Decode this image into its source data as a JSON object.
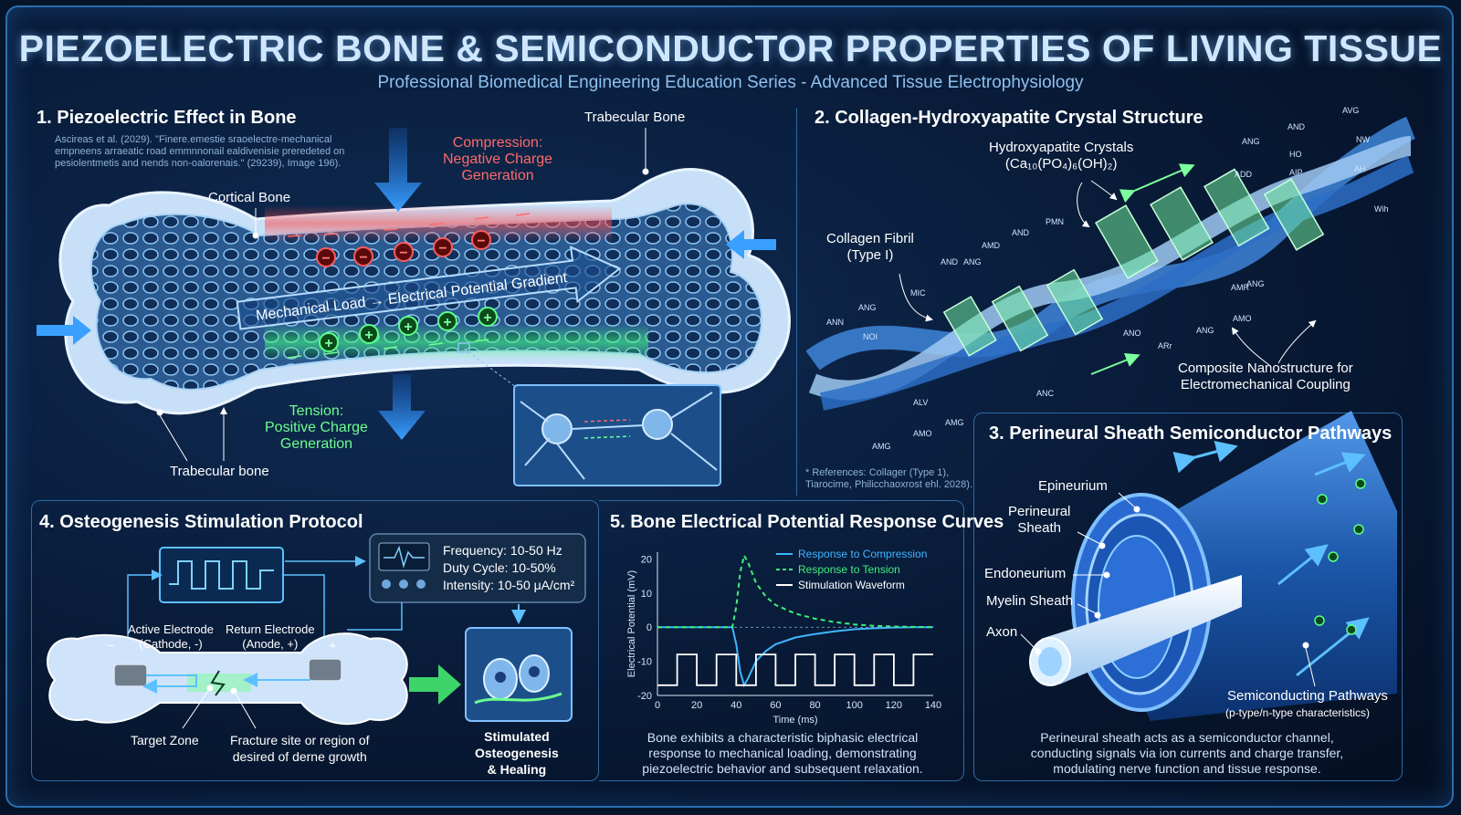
{
  "title": "PIEZOELECTRIC BONE & SEMICONDUCTOR PROPERTIES OF LIVING TISSUE",
  "subtitle": "Professional Biomedical Engineering Education Series - Advanced Tissue Electrophysiology",
  "section1": {
    "title": "1. Piezoelectric Effect in Bone",
    "citation": "Ascireas et al. (2029). \"Finere.emestie sraoelectre-mechanical empneens arraeatic road emmnnonail ealdivenisie preredeted on pesiolentmetis and nends non-oalorenais.\" (29239), Image 196).",
    "trabecular_top": "Trabecular Bone",
    "cortical": "Cortical Bone",
    "compression": [
      "Compression:",
      "Negative Charge",
      "Generation"
    ],
    "gradient": "Mechanical Load → Electrical Potential Gradient",
    "tension": [
      "Tension:",
      "Positive Charge",
      "Generation"
    ],
    "trabecular_bottom": "Trabecular bone",
    "neg_symbol": "−",
    "pos_symbol": "+"
  },
  "section2": {
    "title": "2. Collagen-Hydroxyapatite Crystal Structure",
    "hydroxyapatite": [
      "Hydroxyapatite Crystals",
      "(Ca₁₀(PO₄)₆(OH)₂)"
    ],
    "collagen": [
      "Collagen Fibril",
      "(Type I)"
    ],
    "composite": [
      "Composite Nanostructure for",
      "Electromechanical Coupling"
    ],
    "references": [
      "* References: Collager (Type 1),",
      "Tiarocime, Philicchaoxrost ehl. 2028)."
    ],
    "helix_labels": [
      "AVG",
      "AND",
      "NW",
      "ANG",
      "HO",
      "AH",
      "ADD",
      "AIP",
      "Wih",
      "PMN",
      "AND",
      "AMD",
      "ANG",
      "AND",
      "MIC",
      "ANG",
      "ANN",
      "NOI",
      "ANG",
      "AMR",
      "AMO",
      "ANG",
      "ANO",
      "ARr",
      "ANC",
      "AMG",
      "AMO",
      "AMG",
      "ALV"
    ]
  },
  "section3": {
    "title": "3. Perineural Sheath Semiconductor Pathways",
    "epineurium": "Epineurium",
    "perineural": [
      "Perineural",
      "Sheath"
    ],
    "endoneurium": "Endoneurium",
    "myelin": "Myelin Sheath",
    "axon": "Axon",
    "pathways": "Semiconducting Pathways",
    "pathways_sub": "(p-type/n-type characteristics)",
    "description": [
      "Perineural sheath acts as a semiconductor channel,",
      "conducting signals via ion currents and charge transfer,",
      "modulating nerve function and tissue response."
    ]
  },
  "section4": {
    "title": "4. Osteogenesis Stimulation Protocol",
    "frequency": "Frequency: 10-50 Hz",
    "duty": "Duty Cycle: 10-50%",
    "intensity": "Intensity: 10-50 μA/cm²",
    "active": [
      "Active Electrode",
      "(Cathode, -)"
    ],
    "return": [
      "Return Electrode",
      "(Anode, +)"
    ],
    "minus": "−",
    "plus": "+",
    "target": "Target Zone",
    "fracture": [
      "Fracture site or region of",
      "desired of derne growth"
    ],
    "stimulated": [
      "Stimulated",
      "Osteogenesis",
      "& Healing"
    ]
  },
  "section5": {
    "title": "5. Bone Electrical Potential Response Curves",
    "description": [
      "Bone exhibits a characteristic biphasic electrical",
      "response to mechanical loading, demonstrating",
      "piezoelectric behavior and subsequent relaxation."
    ]
  },
  "chart_data": {
    "type": "line",
    "xlabel": "Time (ms)",
    "ylabel": "Electrical Potential (mV)",
    "xlim": [
      0,
      140
    ],
    "ylim": [
      -20,
      22
    ],
    "xticks": [
      0,
      20,
      40,
      60,
      80,
      100,
      120,
      140
    ],
    "yticks": [
      20,
      10,
      0,
      -10,
      -20
    ],
    "legend_position": "top-right",
    "series": [
      {
        "name": "Response to Compression",
        "color": "#3fb6ff",
        "style": "solid",
        "x": [
          0,
          38,
          40,
          42,
          44,
          46,
          50,
          55,
          60,
          70,
          80,
          90,
          100,
          110,
          120,
          130,
          140
        ],
        "y": [
          0,
          0,
          -5,
          -13,
          -17,
          -15,
          -10,
          -7,
          -5,
          -3,
          -2,
          -1.2,
          -0.6,
          -0.3,
          -0.1,
          0,
          0
        ]
      },
      {
        "name": "Response to Tension",
        "color": "#3ff07a",
        "style": "dashed",
        "x": [
          0,
          38,
          40,
          42,
          44,
          46,
          50,
          55,
          60,
          70,
          80,
          90,
          100,
          110,
          120,
          130,
          140
        ],
        "y": [
          0,
          0,
          6,
          16,
          21,
          19,
          13,
          9,
          6.5,
          4,
          2.5,
          1.5,
          0.8,
          0.4,
          0.2,
          0.1,
          0
        ]
      },
      {
        "name": "Stimulation Waveform",
        "color": "#ffffff",
        "style": "solid",
        "x": [
          0,
          10,
          10,
          20,
          20,
          30,
          30,
          40,
          40,
          50,
          50,
          60,
          60,
          70,
          70,
          80,
          80,
          90,
          90,
          100,
          100,
          110,
          110,
          120,
          120,
          130,
          130,
          140
        ],
        "y": [
          -17,
          -17,
          -8,
          -8,
          -17,
          -17,
          -8,
          -8,
          -17,
          -17,
          -8,
          -8,
          -17,
          -17,
          -8,
          -8,
          -17,
          -17,
          -8,
          -8,
          -17,
          -17,
          -8,
          -8,
          -17,
          -17,
          -8,
          -8
        ]
      }
    ]
  }
}
